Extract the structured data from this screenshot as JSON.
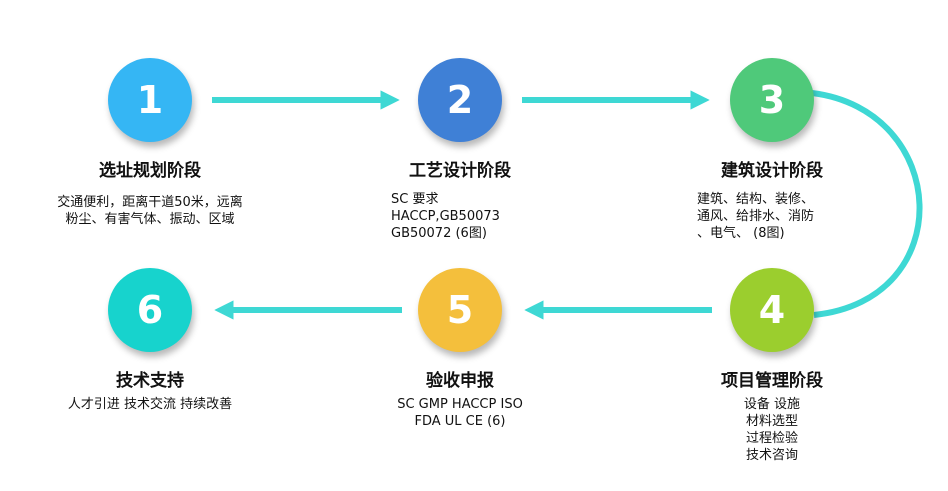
{
  "colors": {
    "arrow": "#3ed8d4",
    "stage1": "#35b6f4",
    "stage2": "#3f80d6",
    "stage3": "#4fc97a",
    "stage4": "#9bce2e",
    "stage5": "#f4bf3c",
    "stage6": "#17d3cd"
  },
  "stages": [
    {
      "number": "1",
      "title": "选址规划阶段",
      "lines": [
        "交通便利，距离干道50米，远离",
        "粉尘、有害气体、振动、区域"
      ]
    },
    {
      "number": "2",
      "title": "工艺设计阶段",
      "lines": [
        "SC 要求",
        "HACCP,GB50073",
        "GB50072    (6图)"
      ]
    },
    {
      "number": "3",
      "title": "建筑设计阶段",
      "lines": [
        "建筑、结构、装修、",
        "通风、给排水、消防",
        "、电气、  (8图)"
      ]
    },
    {
      "number": "4",
      "title": "项目管理阶段",
      "lines": [
        "设备 设施",
        "材料选型",
        "过程检验",
        "技术咨询"
      ]
    },
    {
      "number": "5",
      "title": "验收申报",
      "lines": [
        "SC GMP   HACCP   ISO",
        "FDA  UL  CE    (6)"
      ]
    },
    {
      "number": "6",
      "title": "技术支持",
      "lines": [
        "人才引进  技术交流  持续改善"
      ]
    }
  ]
}
